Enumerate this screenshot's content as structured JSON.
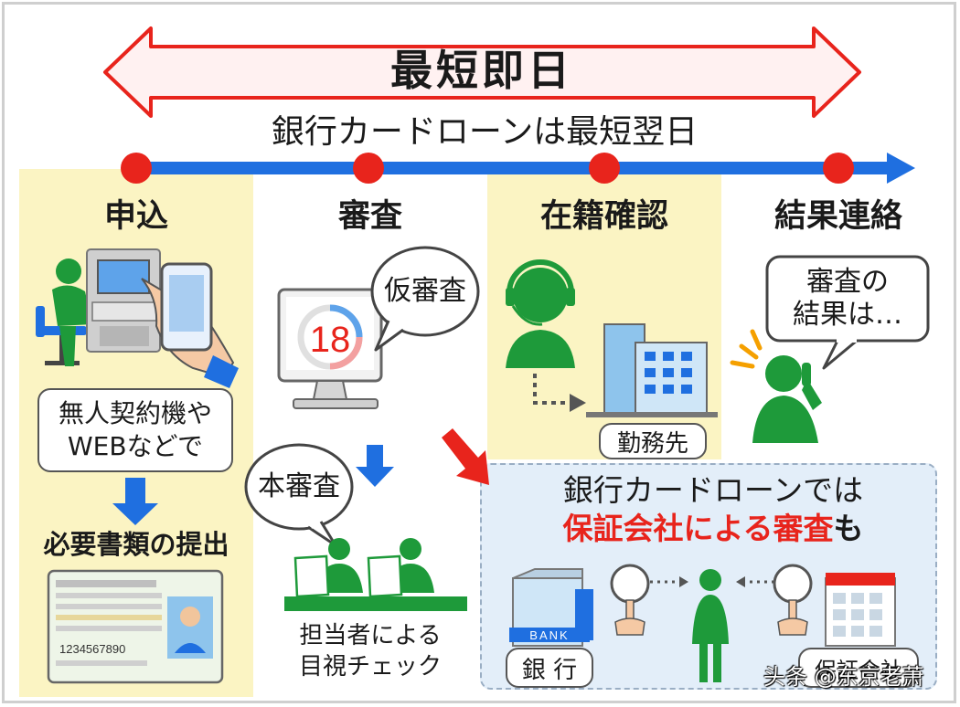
{
  "header": {
    "title": "最短即日",
    "subtitle": "銀行カードローンは最短翌日"
  },
  "steps": [
    {
      "label": "申込"
    },
    {
      "label": "審査"
    },
    {
      "label": "在籍確認"
    },
    {
      "label": "結果連絡"
    }
  ],
  "application": {
    "channels_line1": "無人契約機や",
    "channels_line2": "WEBなどで",
    "documents": "必要書類の提出",
    "id_card_number": "1234567890"
  },
  "screening": {
    "provisional": "仮審査",
    "timer_value": "18",
    "full": "本審査",
    "visual_check_line1": "担当者による",
    "visual_check_line2": "目視チェック"
  },
  "employment": {
    "workplace": "勤務先"
  },
  "result": {
    "bubble_line1": "審査の",
    "bubble_line2": "結果は…"
  },
  "guarantor": {
    "line1": "銀行カードローンでは",
    "line2_highlight": "保証会社による審査",
    "line2_suffix": "も",
    "bank_label": "銀 行",
    "bank_sign": "BANK",
    "guarantor_label": "保証会社"
  },
  "watermark": "头条 @东京老萧",
  "colors": {
    "accent_red": "#e8241c",
    "timeline_blue": "#1f6fe0",
    "figure_green": "#1e9a3a",
    "highlight_yellow": "#fbf4c3",
    "panel_blue": "#e3eef9"
  }
}
